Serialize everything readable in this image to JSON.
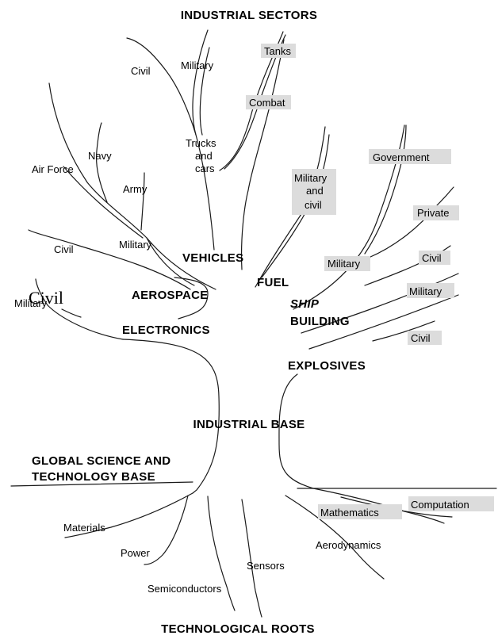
{
  "title_top": "INDUSTRIAL SECTORS",
  "title_bottom": "TECHNOLOGICAL ROOTS",
  "base_label": "INDUSTRIAL BASE",
  "science_base": {
    "line1": "GLOBAL SCIENCE AND",
    "line2": "TECHNOLOGY BASE"
  },
  "sectors": {
    "vehicles": "VEHICLES",
    "aerospace": "AEROSPACE",
    "fuel": "FUEL",
    "ship_building_1": "SHIP",
    "ship_building_2": "BUILDING",
    "electronics": "ELECTRONICS",
    "explosives": "EXPLOSIVES"
  },
  "branches": {
    "veh_civil": "Civil",
    "veh_military": "Military",
    "tanks": "Tanks",
    "combat": "Combat",
    "trucks_1": "Trucks",
    "trucks_2": "and",
    "trucks_3": "cars",
    "navy": "Navy",
    "air_force": "Air Force",
    "army": "Army",
    "aero_civil": "Civil",
    "aero_military": "Military",
    "fuel_1": "Military",
    "fuel_2": "and",
    "fuel_3": "civil",
    "government": "Government",
    "private": "Private",
    "ship_military": "Military",
    "ship_civil": "Civil",
    "elec_civil": "Civil",
    "elec_military": "Military",
    "expl_military": "Military",
    "expl_civil": "Civil"
  },
  "roots": {
    "mathematics": "Mathematics",
    "computation": "Computation",
    "materials": "Materials",
    "power": "Power",
    "aerodynamics": "Aerodynamics",
    "sensors": "Sensors",
    "semiconductors": "Semiconductors"
  }
}
